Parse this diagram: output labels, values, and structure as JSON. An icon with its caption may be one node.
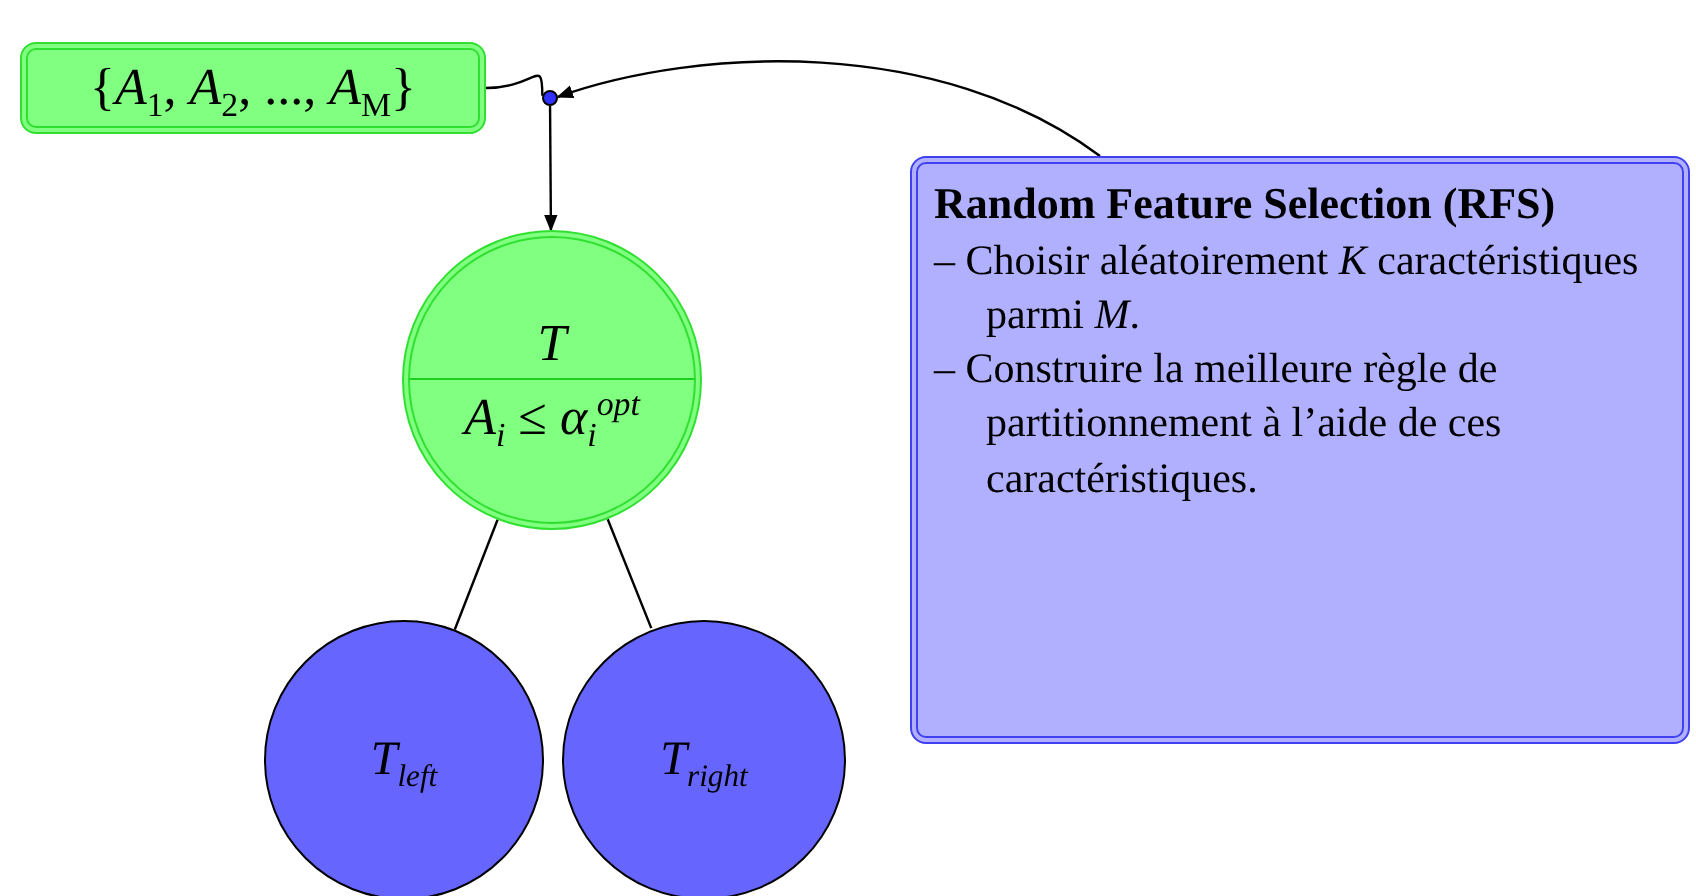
{
  "diagram": {
    "nodes": [
      {
        "text": [
          "{*A*$_{1}$, *A*$_{2}$, ..., *A*$_{M}$}"
        ]
      },
      {
        "text": [],
        "shape": "circle"
      },
      {
        "text": [
          "*T*",
          "*A*$_{i}$ ≤ *α*$_{i}$$^{opt}$"
        ]
      },
      {
        "text": [
          "*T*$_{left}$"
        ]
      },
      {
        "text": [
          "*T*$_{right}$"
        ]
      },
      {
        "text": [
          "Random Feature Selection (RFS)",
          "– Choisir aléatoirement *K* caractéristiques parmi *M*.",
          "– Construire la meilleure règle de partitionnement à l’aide de ces caractéristiques."
        ]
      }
    ],
    "edges": [
      {
        "from": 0,
        "to": 1,
        "arrow": "none"
      },
      {
        "from": 1,
        "to": 2,
        "arrow": "to"
      },
      {
        "from": 5,
        "to": 1,
        "arrow": "to"
      },
      {
        "from": 2,
        "to": 3,
        "arrow": "none"
      },
      {
        "from": 2,
        "to": 4,
        "arrow": "none"
      }
    ]
  }
}
